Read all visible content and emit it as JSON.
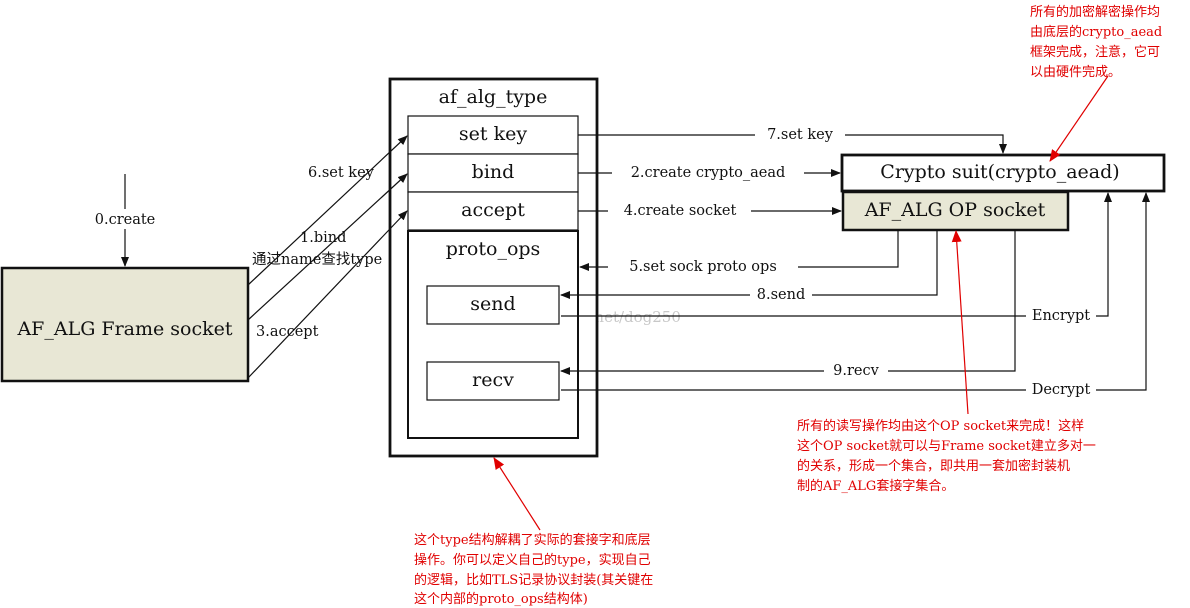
{
  "boxes": {
    "frame_socket": "AF_ALG Frame socket",
    "type_title": "af_alg_type",
    "set_key": "set key",
    "bind": "bind",
    "accept": "accept",
    "proto_ops": "proto_ops",
    "send": "send",
    "recv": "recv",
    "crypto_suit": "Crypto suit(crypto_aead)",
    "op_socket": "AF_ALG OP socket"
  },
  "edges": {
    "create": "0.create",
    "bind": "1.bind",
    "bind_note": "通过name查找type",
    "create_aead": "2.create crypto_aead",
    "accept": "3.accept",
    "create_socket": "4.create socket",
    "set_proto_ops": "5.set sock proto ops",
    "set_key": "6.set key",
    "set_key_2": "7.set key",
    "send": "8.send",
    "recv": "9.recv",
    "encrypt": "Encrypt",
    "decrypt": "Decrypt"
  },
  "annotations": {
    "crypto_note": [
      "所有的加密解密操作均",
      "由底层的crypto_aead",
      "框架完成，注意，它可",
      "以由硬件完成。"
    ],
    "op_socket_note": [
      "所有的读写操作均由这个OP socket来完成！这样",
      "这个OP socket就可以与Frame socket建立多对一",
      "的关系，形成一个集合，即共用一套加密封装机",
      "制的AF_ALG套接字集合。"
    ],
    "type_note": [
      "这个type结构解耦了实际的套接字和底层",
      "操作。你可以定义自己的type，实现自己",
      "的逻辑，比如TLS记录协议封装(其关键在",
      "这个内部的proto_ops结构体)"
    ]
  },
  "watermark": "http://blog.csdn.net/dog250",
  "colors": {
    "box_fill": "#e8e7d5",
    "annotation": "#e00000",
    "line": "#111111"
  }
}
